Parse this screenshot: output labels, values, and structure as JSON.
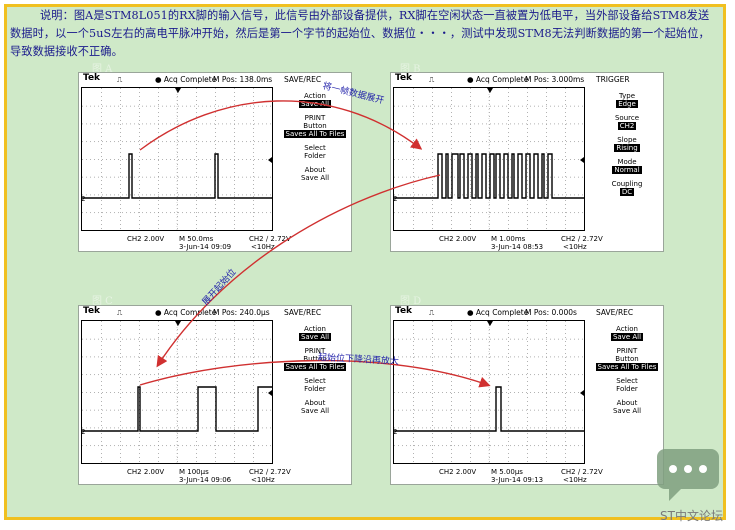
{
  "intro_text": "说明：图A是STM8L051的RX脚的输入信号，此信号由外部设备提供，RX脚在空闲状态一直被置为低电平，当外部设备给STM8发送数据时，以一个5uS左右的高电平脉冲开始，然后是第一个字节的起始位、数据位・・・，测试中发现STM8无法判断数据的第一个起始位，导致数据接收不正确。",
  "figures": {
    "a": {
      "label": "图 A",
      "brand": "Tek",
      "mode_glyph": "⎍",
      "status": "● Acq Complete",
      "mpos": "M Pos: 138.0ms",
      "menu_title": "SAVE/REC",
      "menu": [
        {
          "line1": "Action",
          "value": "Save All"
        },
        {
          "line1": "PRINT",
          "line2": "Button",
          "value": "Saves All To Files"
        },
        {
          "line1": "Select",
          "line2": "Folder"
        },
        {
          "line1": "About",
          "line2": "Save All"
        }
      ],
      "ch": "CH2  2.00V",
      "timebase": "M 50.0ms",
      "trig": "CH2 ∕ 2.72V",
      "date": "3-Jun-14 09:09",
      "freq": "<10Hz",
      "marker": "2"
    },
    "b": {
      "label": "图 B",
      "brand": "Tek",
      "mode_glyph": "⎍",
      "status": "● Acq Complete",
      "mpos": "M Pos: 3.000ms",
      "menu_title": "TRIGGER",
      "menu": [
        {
          "line1": "Type",
          "value": "Edge"
        },
        {
          "line1": "Source",
          "value": "CH2"
        },
        {
          "line1": "Slope",
          "value": "Rising"
        },
        {
          "line1": "Mode",
          "value": "Normal"
        },
        {
          "line1": "Coupling",
          "value": "DC"
        }
      ],
      "ch": "CH2  2.00V",
      "timebase": "M 1.00ms",
      "trig": "CH2 ∕ 2.72V",
      "date": "3-Jun-14 08:53",
      "freq": "<10Hz",
      "marker": "2"
    },
    "c": {
      "label": "图 C",
      "brand": "Tek",
      "mode_glyph": "⎍",
      "status": "● Acq Complete",
      "mpos": "M Pos: 240.0μs",
      "menu_title": "SAVE/REC",
      "menu": [
        {
          "line1": "Action",
          "value": "Save All"
        },
        {
          "line1": "PRINT",
          "line2": "Button",
          "value": "Saves All To Files"
        },
        {
          "line1": "Select",
          "line2": "Folder"
        },
        {
          "line1": "About",
          "line2": "Save All"
        }
      ],
      "ch": "CH2  2.00V",
      "timebase": "M 100μs",
      "trig": "CH2 ∕ 2.72V",
      "date": "3-Jun-14 09:06",
      "freq": "<10Hz",
      "marker": "2"
    },
    "d": {
      "label": "图 D",
      "brand": "Tek",
      "mode_glyph": "⎍",
      "status": "● Acq Complete",
      "mpos": "M Pos: 0.000s",
      "menu_title": "SAVE/REC",
      "menu": [
        {
          "line1": "Action",
          "value": "Save All"
        },
        {
          "line1": "PRINT",
          "line2": "Button",
          "value": "Saves All To Files"
        },
        {
          "line1": "Select",
          "line2": "Folder"
        },
        {
          "line1": "About",
          "line2": "Save All"
        }
      ],
      "ch": "CH2  2.00V",
      "timebase": "M 5.00μs",
      "trig": "CH2 ∕ 2.72V",
      "date": "3-Jun-14 09:13",
      "freq": "<10Hz",
      "marker": "2"
    }
  },
  "annotations": {
    "a_to_b": "将一帧数据展开",
    "b_to_c": "展开起始位",
    "c_to_d": "起始位下降沿再放大"
  },
  "watermark": "ST中文论坛",
  "colors": {
    "border": "#f0c020",
    "panel": "#cfe9c8",
    "arrow": "#d03030",
    "text": "#1a1a8c"
  }
}
